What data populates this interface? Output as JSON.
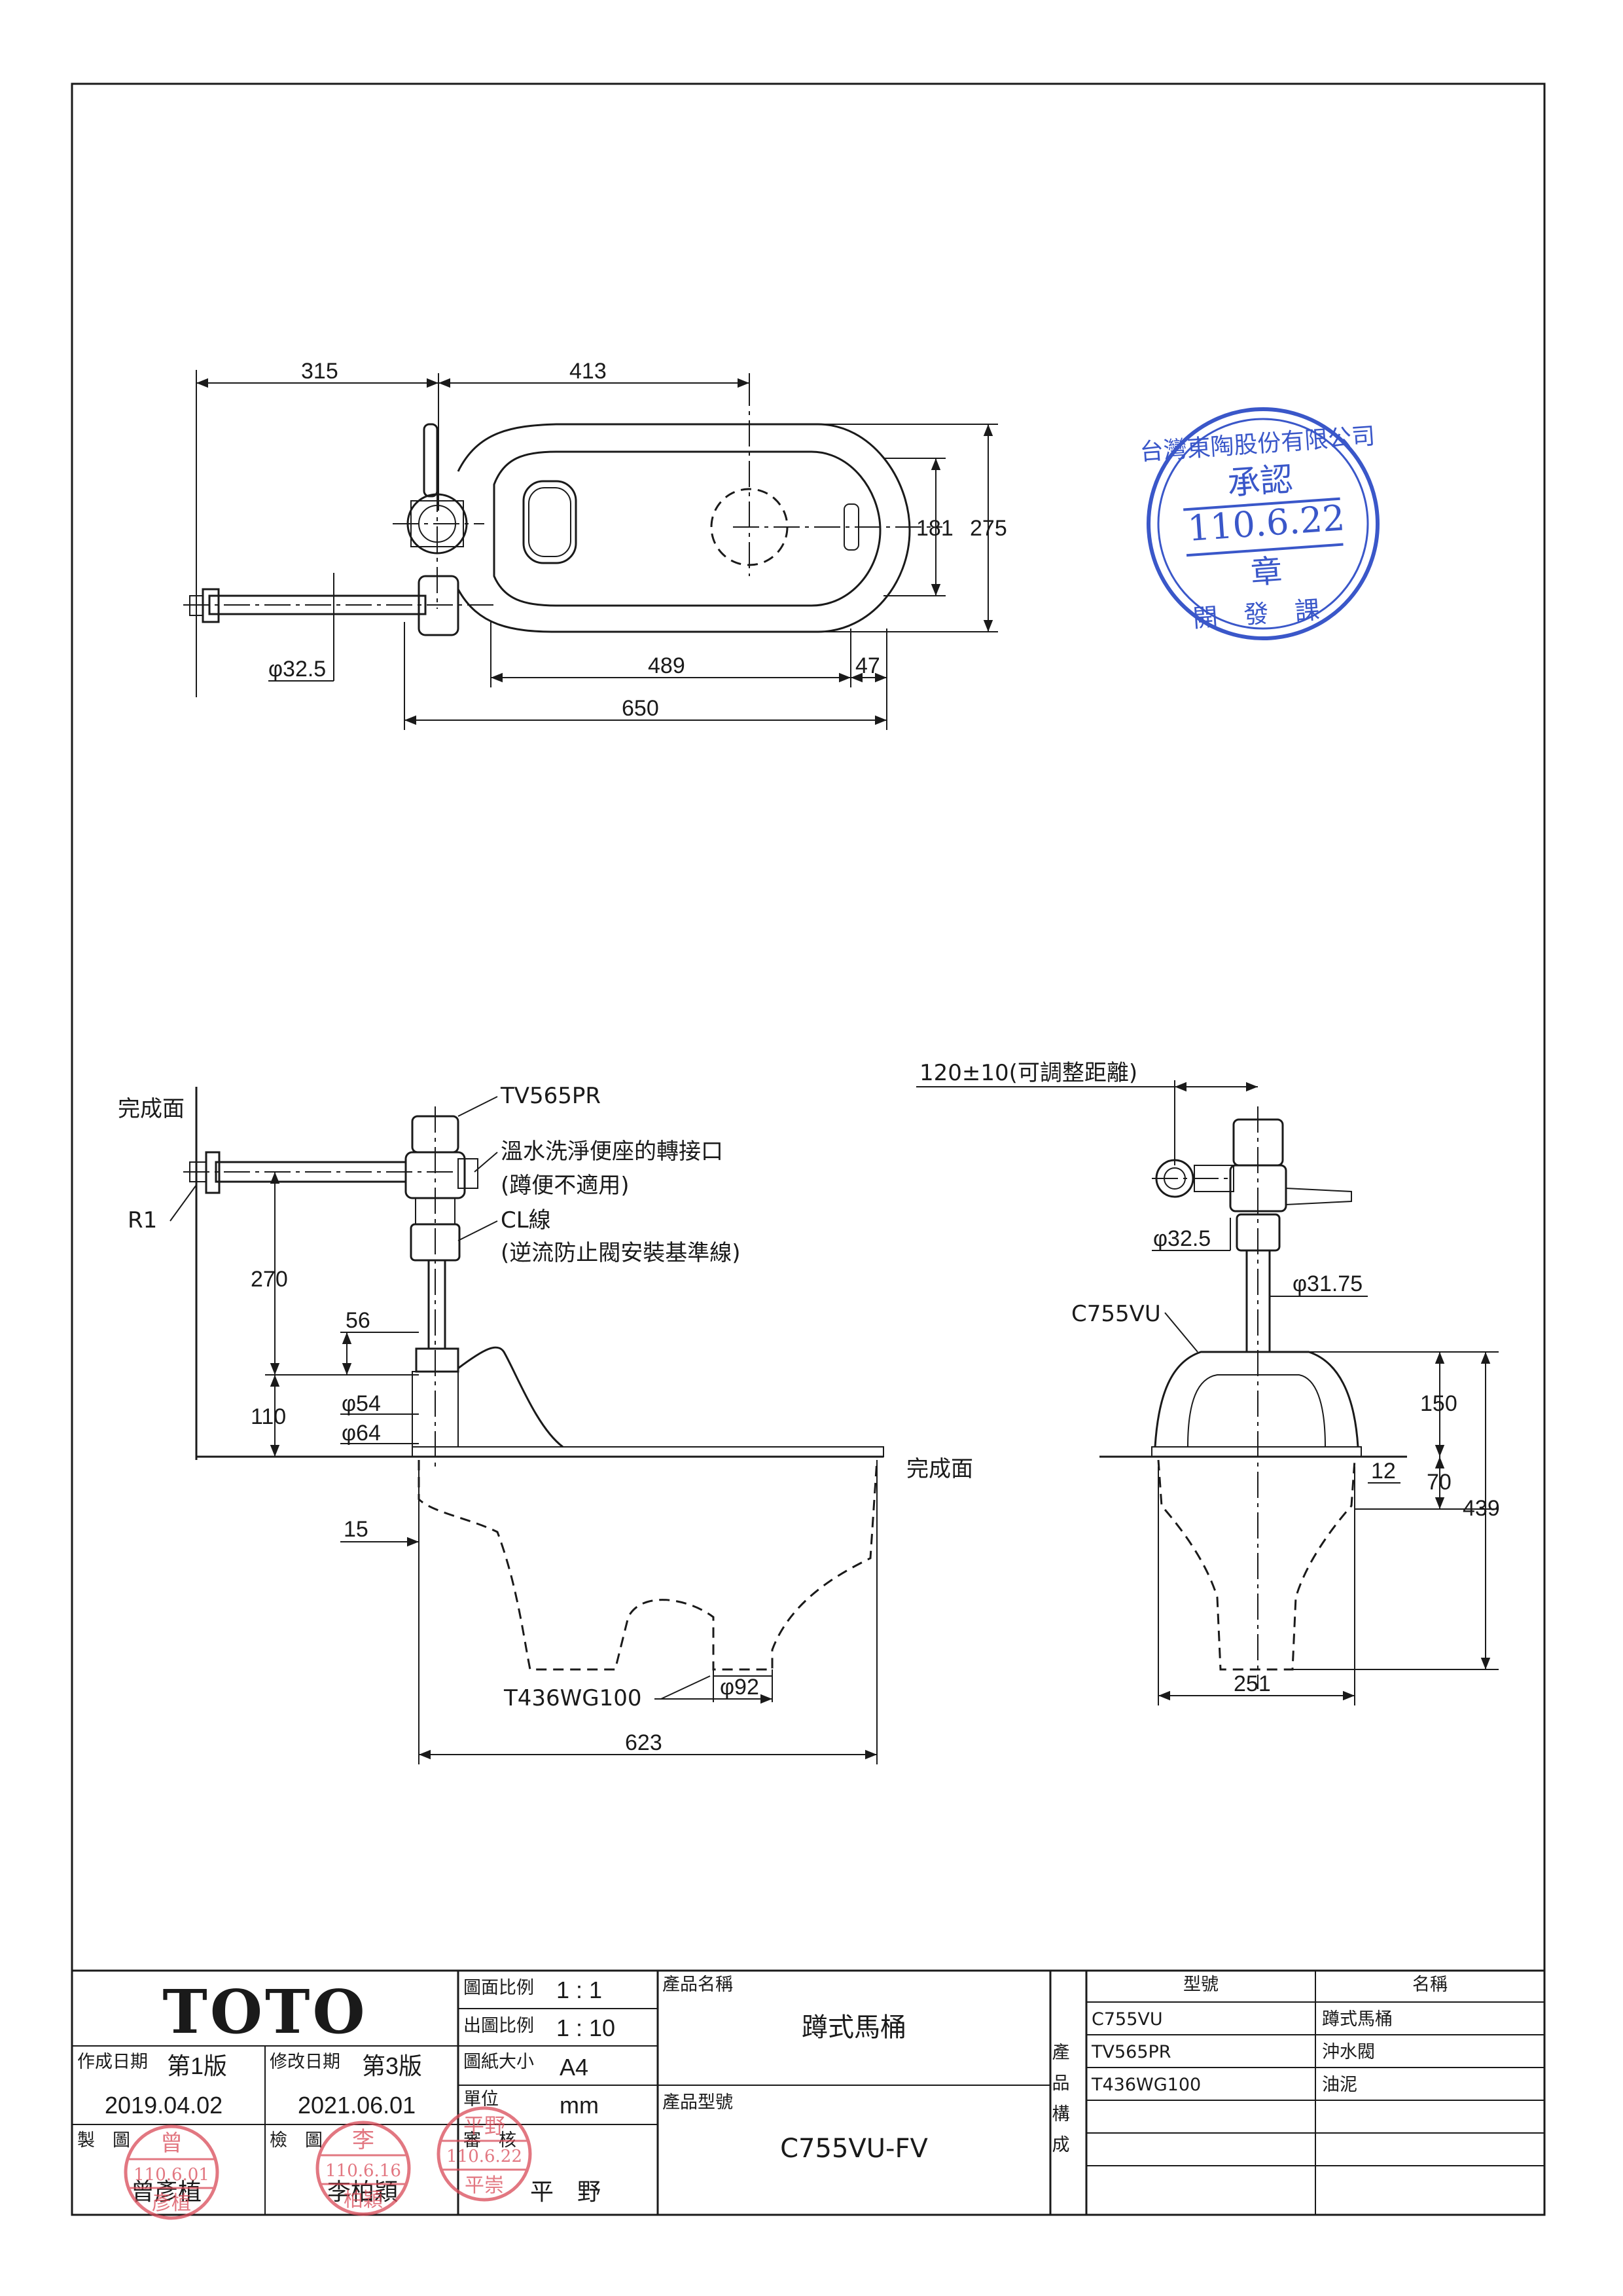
{
  "plan_view": {
    "dims": {
      "d315": "315",
      "d413": "413",
      "d181": "181",
      "d275": "275",
      "pipe_dia": "φ32.5",
      "d489": "489",
      "d47": "47",
      "d650": "650"
    }
  },
  "approval_stamp": {
    "company": "台灣東陶股份有限公司",
    "approve": "承認",
    "date": "110.6.22",
    "seal": "章",
    "dept": "開發課"
  },
  "side_view": {
    "finish_surface": "完成面",
    "r1": "R1",
    "valve_model": "TV565PR",
    "note1a": "溫水洗淨便座的轉接口",
    "note1b": "(蹲便不適用)",
    "note2a": "CL線",
    "note2b": "(逆流防止閥安裝基準線)",
    "d270": "270",
    "d56": "56",
    "d110": "110",
    "d54": "φ54",
    "d64": "φ64",
    "d15": "15",
    "putty_model": "T436WG100",
    "d92": "φ92",
    "d623": "623",
    "finish_surface_right": "完成面"
  },
  "front_view": {
    "adjust": "120±10(可調整距離)",
    "pipe_dia": "φ32.5",
    "d3175": "φ31.75",
    "bowl_model": "C755VU",
    "d150": "150",
    "d12": "12",
    "d70": "70",
    "d439": "439",
    "d251": "251"
  },
  "title_block": {
    "logo": "TOTO",
    "created_label": "作成日期",
    "created_edition": "第1版",
    "created_date": "2019.04.02",
    "revised_label": "修改日期",
    "revised_edition": "第3版",
    "revised_date": "2021.06.01",
    "drawn_label": "製　圖",
    "drawn_by": "曾彥植",
    "checked_label": "檢　圖",
    "checked_by": "李柏穎",
    "approved_label": "審　核",
    "approved_by": "平　野",
    "scale_label": "圖面比例",
    "scale": "1 : 1",
    "print_scale_label": "出圖比例",
    "print_scale": "1 : 10",
    "paper_label": "圖紙大小",
    "paper": "A4",
    "unit_label": "單位",
    "unit": "mm",
    "product_name_label": "產品名稱",
    "product_name": "蹲式馬桶",
    "product_model_label": "產品型號",
    "product_model": "C755VU-FV",
    "composition_label": "產品構成",
    "col_model": "型號",
    "col_name": "名稱",
    "parts": [
      {
        "model": "C755VU",
        "name": "蹲式馬桶"
      },
      {
        "model": "TV565PR",
        "name": "沖水閥"
      },
      {
        "model": "T436WG100",
        "name": "油泥"
      }
    ],
    "stamp_drawn": {
      "top": "曾",
      "date": "110.6.01",
      "bottom": "彥植"
    },
    "stamp_checked": {
      "top": "李",
      "date": "110.6.16",
      "bottom": "柏穎"
    },
    "stamp_approved": {
      "top": "平野",
      "date": "110.6.22",
      "bottom": "平崇"
    }
  }
}
